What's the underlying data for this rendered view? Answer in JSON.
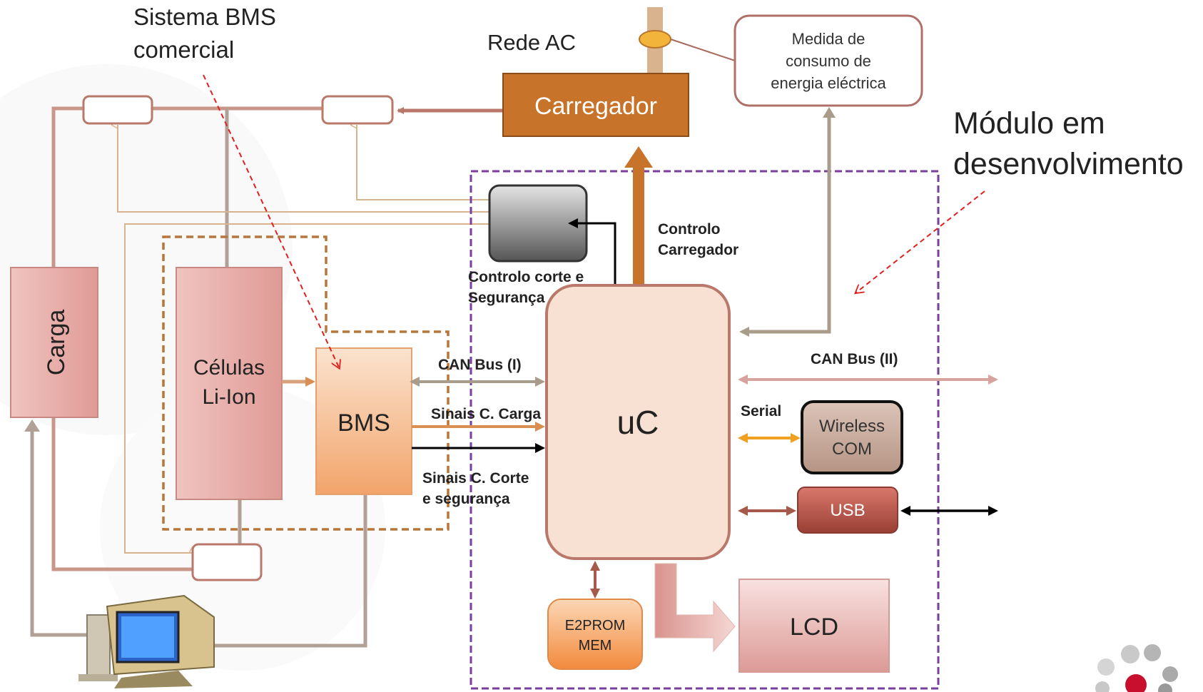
{
  "annotations": {
    "bms_commercial_line1": "Sistema BMS",
    "bms_commercial_line2": "comercial",
    "module_line1": "Módulo em",
    "module_line2": "desenvolvimento",
    "ac_grid": "Rede AC"
  },
  "blocks": {
    "charger": "Carregador",
    "energy_meter_line1": "Medida de",
    "energy_meter_line2": "consumo de",
    "energy_meter_line3": "energia eléctrica",
    "load": "Carga",
    "cells_line1": "Células",
    "cells_line2": "Li-Ion",
    "bms": "BMS",
    "uc": "uC",
    "wireless_line1": "Wireless",
    "wireless_line2": "COM",
    "usb": "USB",
    "eeprom_line1": "E2PROM",
    "eeprom_line2": "MEM",
    "lcd": "LCD"
  },
  "signals": {
    "charger_control_line1": "Controlo",
    "charger_control_line2": "Carregador",
    "cutoff_line1": "Controlo corte e",
    "cutoff_line2": "Segurança",
    "can_bus_1": "CAN Bus (I)",
    "can_bus_2": "CAN Bus (II)",
    "charge_signals": "Sinais C. Carga",
    "cut_signals_line1": "Sinais C. Corte",
    "cut_signals_line2": "e segurança",
    "serial": "Serial"
  },
  "colors": {
    "charger": "#c8732a",
    "module_border": "#7a3e9d",
    "bms_border": "#b8763a",
    "annotation_arrow": "#e02020",
    "block_pink": "#e8a4a0",
    "uc_fill": "#f8e0d2"
  }
}
